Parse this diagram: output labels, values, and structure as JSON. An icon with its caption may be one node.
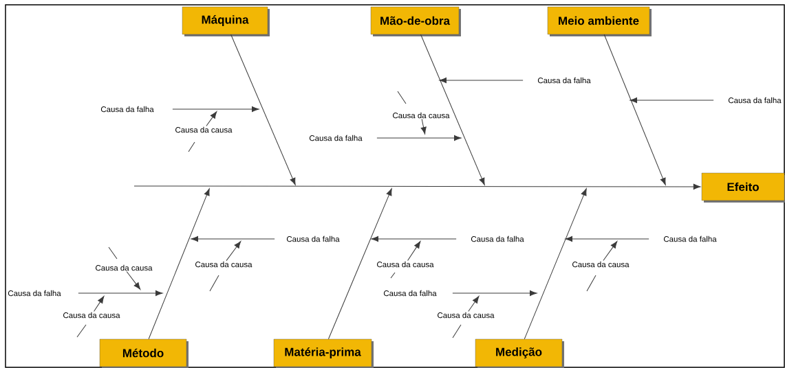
{
  "diagram": {
    "nodes": [
      {
        "text": [
          "Máquina"
        ]
      },
      {
        "text": [
          "Mão-de-obra"
        ]
      },
      {
        "text": [
          "Meio ambiente"
        ]
      },
      {
        "text": [
          "Efeito"
        ]
      },
      {
        "text": [
          "Método"
        ]
      },
      {
        "text": [
          "Matéria-prima"
        ]
      },
      {
        "text": [
          "Medição"
        ]
      },
      {
        "text": [
          "Causa da falha"
        ]
      },
      {
        "text": [
          "Causa da falha"
        ]
      },
      {
        "text": [
          "Causa da falha"
        ]
      },
      {
        "text": [
          "Causa da causa"
        ]
      },
      {
        "text": [
          "Causa da causa"
        ]
      },
      {
        "text": [
          "Causa da falha"
        ]
      },
      {
        "text": [
          "Causa da falha"
        ]
      },
      {
        "text": [
          "Causa da falha"
        ]
      },
      {
        "text": [
          "Causa da falha"
        ]
      },
      {
        "text": [
          "Causa da causa"
        ]
      },
      {
        "text": [
          "Causa da causa"
        ]
      },
      {
        "text": [
          "Causa da causa"
        ]
      },
      {
        "text": [
          "Causa da causa"
        ]
      },
      {
        "text": [
          "Causa da falha"
        ]
      },
      {
        "text": [
          "Causa da falha"
        ]
      },
      {
        "text": [
          "Causa da causa"
        ]
      },
      {
        "text": [
          "Causa da causa"
        ]
      }
    ],
    "edges": [
      {
        "from": null,
        "to": 3,
        "arrow": "to"
      },
      {
        "from": 0,
        "to": null,
        "arrow": "to"
      },
      {
        "from": 1,
        "to": null,
        "arrow": "to"
      },
      {
        "from": 2,
        "to": null,
        "arrow": "to"
      },
      {
        "from": 4,
        "to": null,
        "arrow": "to"
      },
      {
        "from": 5,
        "to": null,
        "arrow": "to"
      },
      {
        "from": 6,
        "to": null,
        "arrow": "to"
      },
      {
        "from": 7,
        "to": null,
        "arrow": "to"
      },
      {
        "from": 8,
        "to": null,
        "arrow": "to"
      },
      {
        "from": 9,
        "to": null,
        "arrow": "to"
      },
      {
        "from": 10,
        "to": null,
        "arrow": "to"
      },
      {
        "from": 11,
        "to": null,
        "arrow": "to"
      },
      {
        "from": 12,
        "to": null,
        "arrow": "to"
      },
      {
        "from": 13,
        "to": null,
        "arrow": "to"
      },
      {
        "from": 14,
        "to": null,
        "arrow": "to"
      },
      {
        "from": 15,
        "to": null,
        "arrow": "to"
      },
      {
        "from": 16,
        "to": null,
        "arrow": "to"
      },
      {
        "from": 17,
        "to": null,
        "arrow": "to"
      },
      {
        "from": 18,
        "to": null,
        "arrow": "to"
      },
      {
        "from": 19,
        "to": null,
        "arrow": "to"
      },
      {
        "from": 20,
        "to": null,
        "arrow": "to"
      },
      {
        "from": 21,
        "to": null,
        "arrow": "to"
      },
      {
        "from": 22,
        "to": null,
        "arrow": "to"
      },
      {
        "from": 23,
        "to": null,
        "arrow": "to"
      }
    ]
  }
}
